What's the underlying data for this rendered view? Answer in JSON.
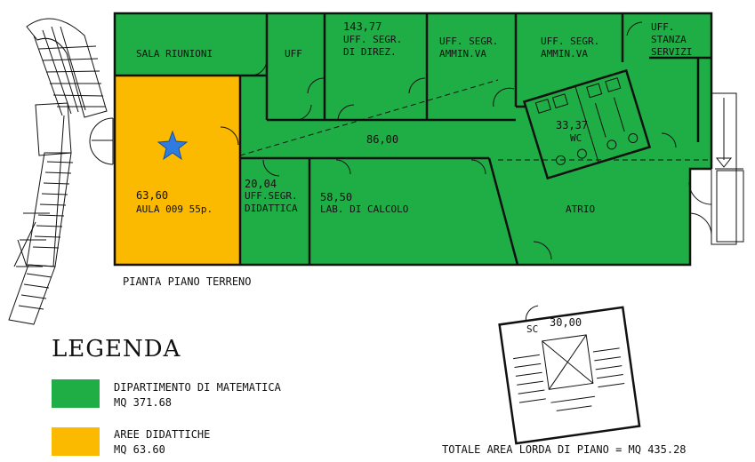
{
  "colors": {
    "department": "#1fae45",
    "teaching": "#fbb900",
    "marker": "#2f7ce0"
  },
  "plan": {
    "caption": "PIANTA PIANO TERRENO",
    "marker_icon": "star-icon"
  },
  "rooms": {
    "sala_riunioni": {
      "name": "SALA RIUNIONI"
    },
    "uff": {
      "name": "UFF"
    },
    "segr_direz": {
      "area": "143,77",
      "line1": "UFF. SEGR.",
      "line2": "DI DIREZ."
    },
    "segr_ammin_1": {
      "line1": "UFF. SEGR.",
      "line2": "AMMIN.VA"
    },
    "segr_ammin_2": {
      "line1": "UFF. SEGR.",
      "line2": "AMMIN.VA"
    },
    "stanza_servizi": {
      "line1": "UFF.",
      "line2": "STANZA",
      "line3": "SERVIZI"
    },
    "wc": {
      "area": "33,37",
      "name": "WC"
    },
    "corridor": {
      "area": "86,00"
    },
    "aula": {
      "area": "63,60",
      "name": "AULA 009 55p."
    },
    "segr_didattica": {
      "area": "20,04",
      "line1": "UFF.SEGR.",
      "line2": "DIDATTICA"
    },
    "lab_calcolo": {
      "area": "58,50",
      "name": "LAB. DI CALCOLO"
    },
    "atrio": {
      "name": "ATRIO"
    },
    "stair_tower": {
      "code": "SC",
      "area": "30,00"
    }
  },
  "legend": {
    "title": "LEGENDA",
    "items": [
      {
        "label": "DIPARTIMENTO DI MATEMATICA",
        "value": "MQ 371.68",
        "color": "#1fae45"
      },
      {
        "label": "AREE DIDATTICHE",
        "value": "MQ 63.60",
        "color": "#fbb900"
      }
    ]
  },
  "total": "TOTALE AREA LORDA DI PIANO = MQ 435.28"
}
